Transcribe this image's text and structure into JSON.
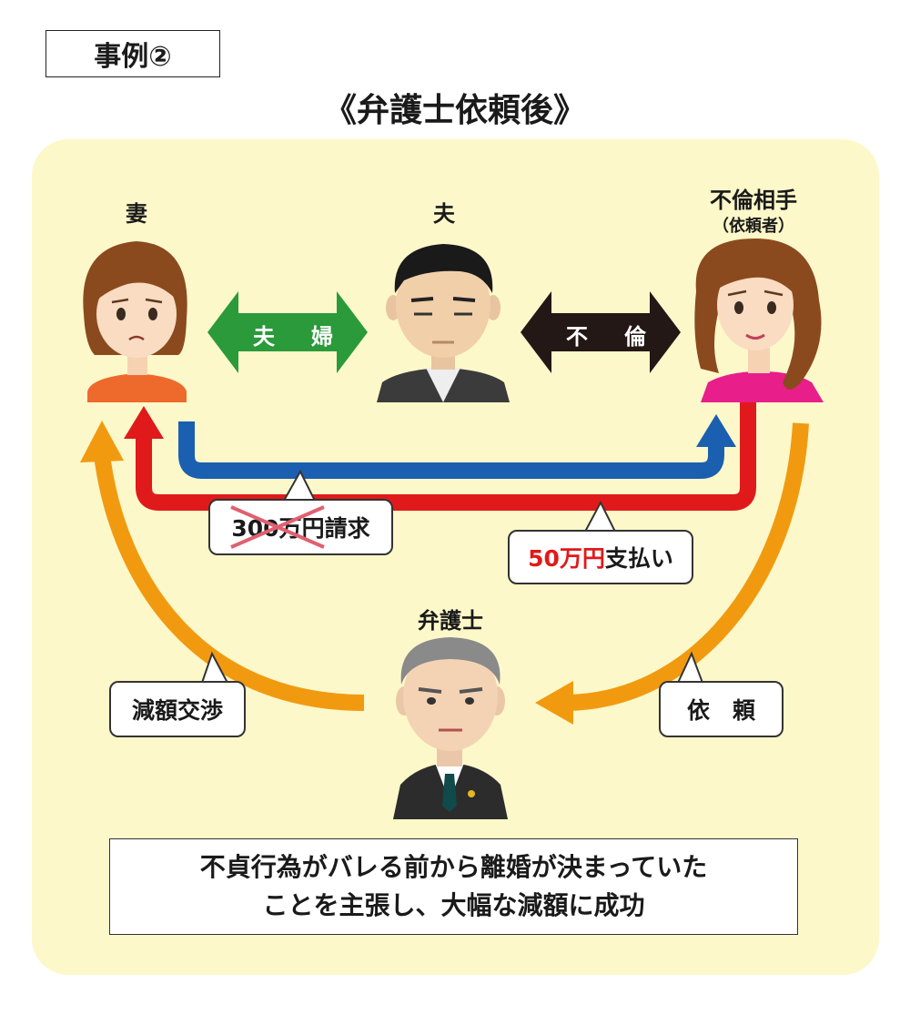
{
  "case_label": "事例②",
  "title": "《弁護士依頼後》",
  "people": {
    "wife": "妻",
    "husband": "夫",
    "partner": "不倫相手",
    "partner_sub": "（依頼者）",
    "lawyer": "弁護士"
  },
  "relations": {
    "marriage": "夫　婦",
    "affair": "不　倫"
  },
  "callouts": {
    "claim_amount": "300万",
    "claim_text": "円請求",
    "payment_amount": "50万円",
    "payment_text": "支払い",
    "negotiation": "減額交渉",
    "request": "依　頼"
  },
  "summary": {
    "line1": "不貞行為がバレる前から離婚が決まっていた",
    "line2": "ことを主張し、大幅な減額に成功"
  },
  "colors": {
    "panel": "#fdf8c9",
    "marriage_arrow": "#2a9a3a",
    "affair_arrow": "#231815",
    "blue_path": "#1a5fb0",
    "red_path": "#e01a1a",
    "orange_path": "#f19a10"
  }
}
